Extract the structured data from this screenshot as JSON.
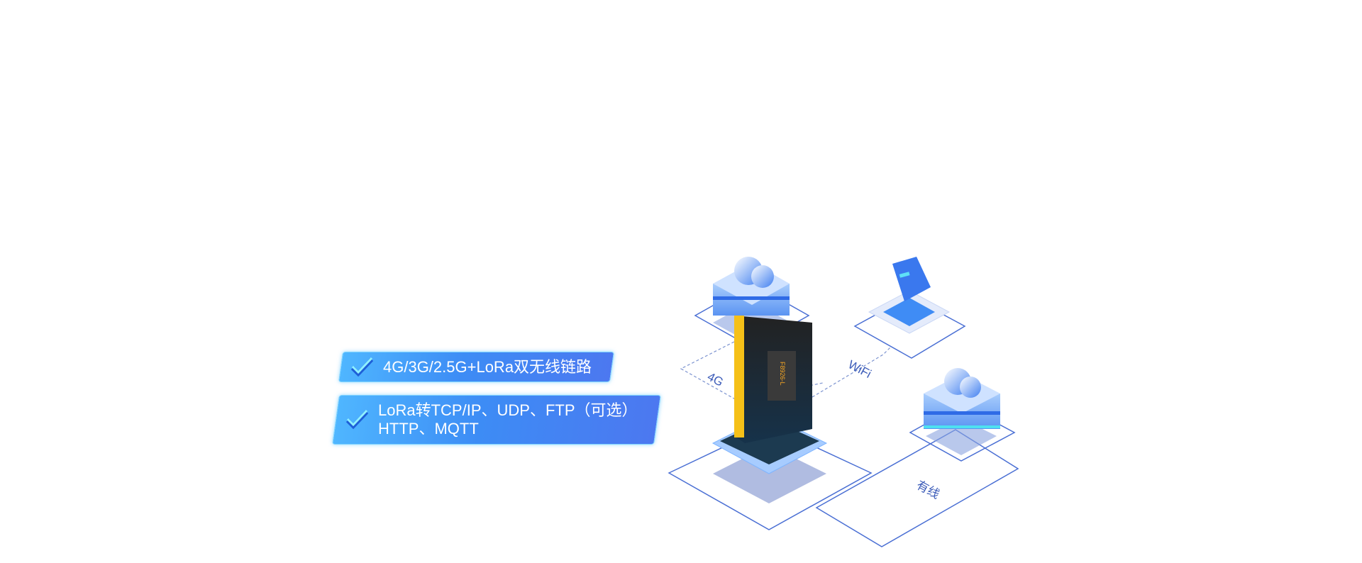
{
  "features": [
    {
      "lines": [
        "4G/3G/2.5G+LoRa双无线链路"
      ],
      "icon": "checkmark-icon"
    },
    {
      "lines": [
        "LoRa转TCP/IP、UDP、FTP（可选）",
        "HTTP、MQTT"
      ],
      "icon": "checkmark-icon"
    }
  ],
  "diagram": {
    "link_4g": "4G",
    "link_wifi": "WiFi",
    "link_wired": "有线",
    "device_model": "F8926-L"
  },
  "colors": {
    "accent": "#3d8cf5",
    "line": "#4a6fd4",
    "device_accent": "#f5c018"
  }
}
